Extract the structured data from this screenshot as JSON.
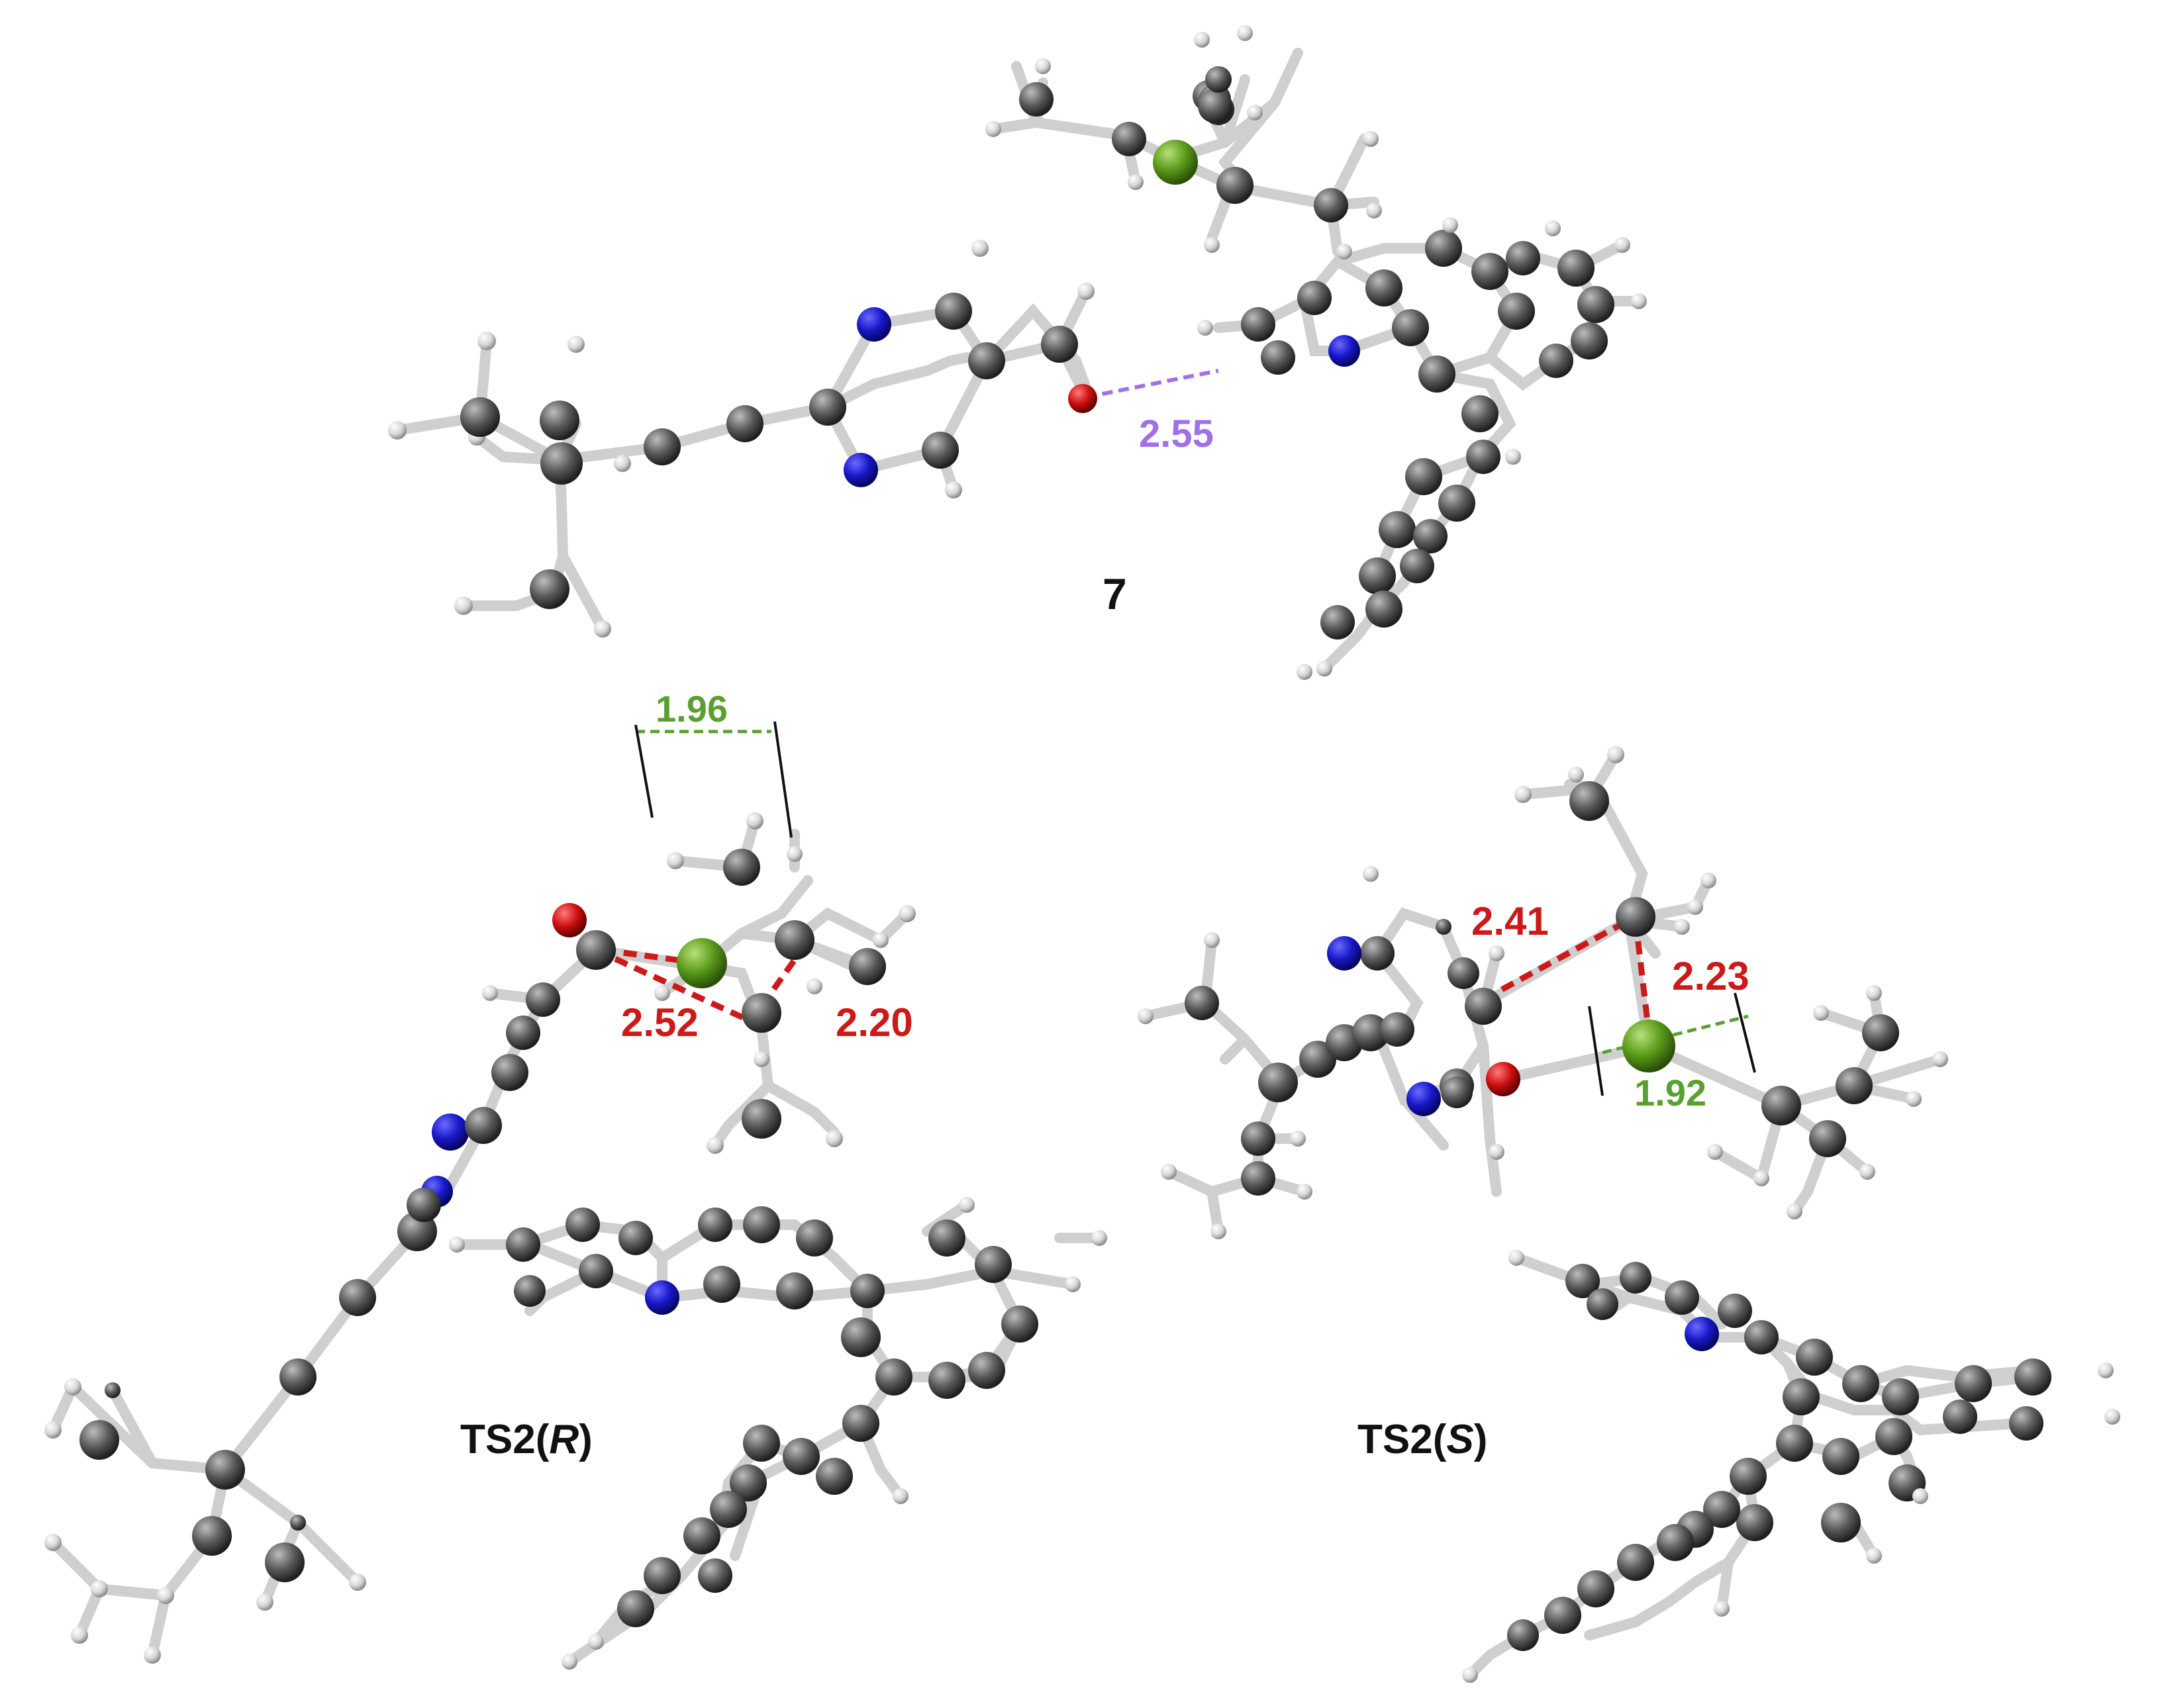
{
  "title": "",
  "structures": {
    "intermediate": {
      "label": "7"
    },
    "ts_r": {
      "label_prefix": "TS2(",
      "label_italic": "R",
      "label_suffix": ")"
    },
    "ts_s": {
      "label_prefix": "TS2(",
      "label_italic": "S",
      "label_suffix": ")"
    }
  },
  "distances": {
    "d_7_oh": "2.55",
    "d_tsr_zn": "1.96",
    "d_tsr_co": "2.52",
    "d_tsr_ch": "2.20",
    "d_tss_co": "2.41",
    "d_tss_ch": "2.23",
    "d_tss_zn": "1.92"
  },
  "colors": {
    "carbon": "#555555",
    "hydrogen": "#d8d8d8",
    "nitrogen": "#1818c8",
    "oxygen": "#cc1010",
    "zinc": "#5a9a1a",
    "bond": "#cfcfcf",
    "interaction_red": "#cc1a1a",
    "interaction_green": "#5aa030",
    "interaction_purple": "#a070e8"
  }
}
